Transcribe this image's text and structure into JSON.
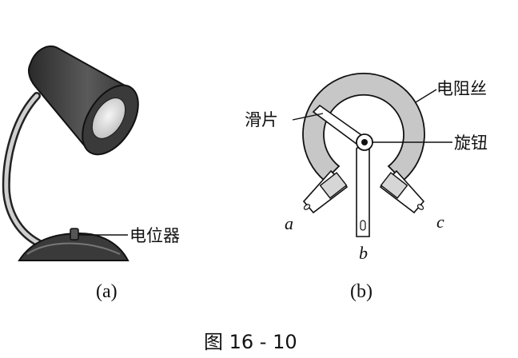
{
  "figure_a": {
    "label_potentiometer": "电位器",
    "sublabel": "(a)"
  },
  "figure_b": {
    "label_slider": "滑片",
    "label_resistance_wire": "电阻丝",
    "label_knob": "旋钮",
    "terminal_a": "a",
    "terminal_b": "b",
    "terminal_c": "c",
    "sublabel": "(b)"
  },
  "caption": "图 16 - 10"
}
